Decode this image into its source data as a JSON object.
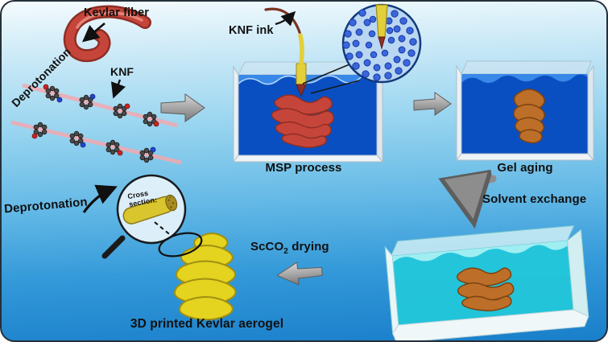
{
  "figure": {
    "type": "process-diagram",
    "description": "Fabrication scheme of 3D printed Kevlar aerogel",
    "labels": {
      "kevlar_fiber": "Kevlar fiber",
      "deprotonation_top": "Deprotonation",
      "knf": "KNF",
      "knf_ink": "KNF ink",
      "msp_process": "MSP process",
      "gel_aging": "Gel aging",
      "solvent_exchange": "Solvent exchange",
      "scco2_prefix": "ScCO",
      "scco2_sub": "2",
      "scco2_suffix": " drying",
      "cross_section": "Cross section:",
      "deprotonation_bottom": "Deprotonation",
      "printed_aerogel": "3D printed Kevlar aerogel"
    },
    "colors": {
      "background_top": "#f4fbfe",
      "background_mid": "#9bd6f0",
      "background_bottom": "#1a7fca",
      "liquid_blue": "#0a4fc2",
      "liquid_wave": "#3788e8",
      "liquid_cyan": "#22c8da",
      "fiber_red": "#c6453a",
      "strand_pink": "#f2a8b0",
      "gel_orange": "#bd6e28",
      "aerogel_yellow": "#e4d31f",
      "nozzle_yellow": "#e3cf3a",
      "arrow_gray": "#8d8d8d",
      "inset_fill": "#b9d7f2",
      "particle_blue": "#3a66dd",
      "text_black": "#101010"
    }
  }
}
